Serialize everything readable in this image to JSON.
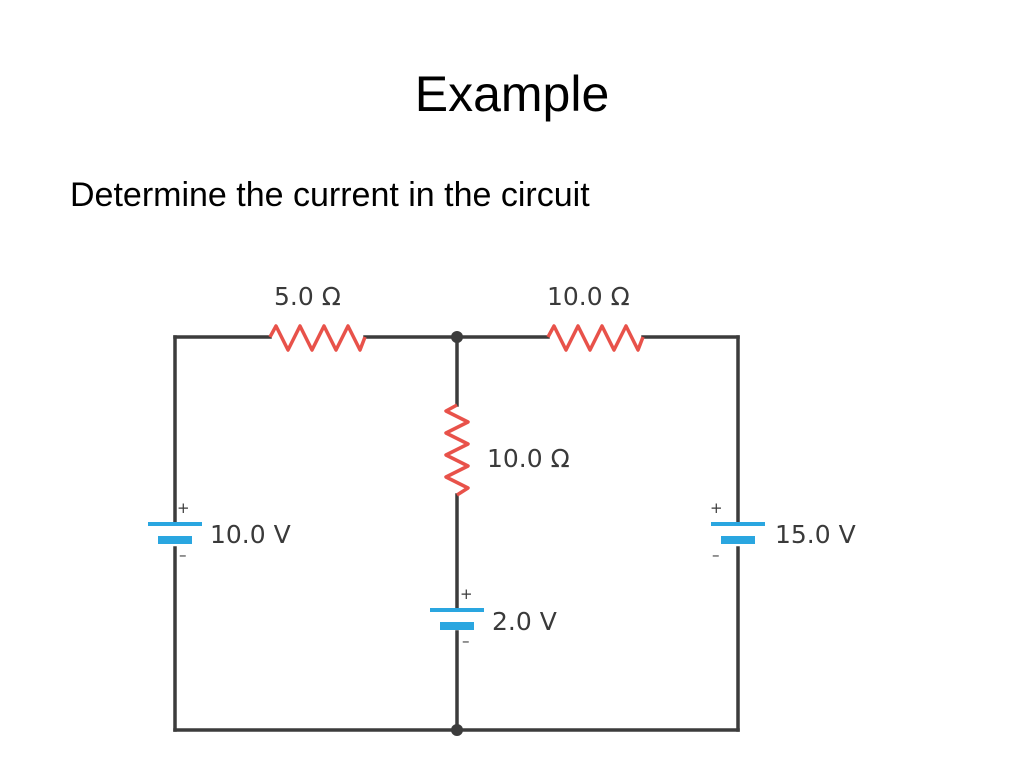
{
  "slide": {
    "title": "Example",
    "prompt": "Determine the current in the circuit"
  },
  "circuit": {
    "resistor_top_left": "5.0 Ω",
    "resistor_top_right": "10.0 Ω",
    "resistor_middle": "10.0 Ω",
    "battery_left": "10.0 V",
    "battery_right": "15.0 V",
    "battery_middle": "2.0 V",
    "plus_sign": "+",
    "minus_sign": "–"
  },
  "colors": {
    "wire": "#3c3c3c",
    "resistor": "#e8524a",
    "battery_plate": "#2aa6e0",
    "text": "#3a3a3a"
  }
}
